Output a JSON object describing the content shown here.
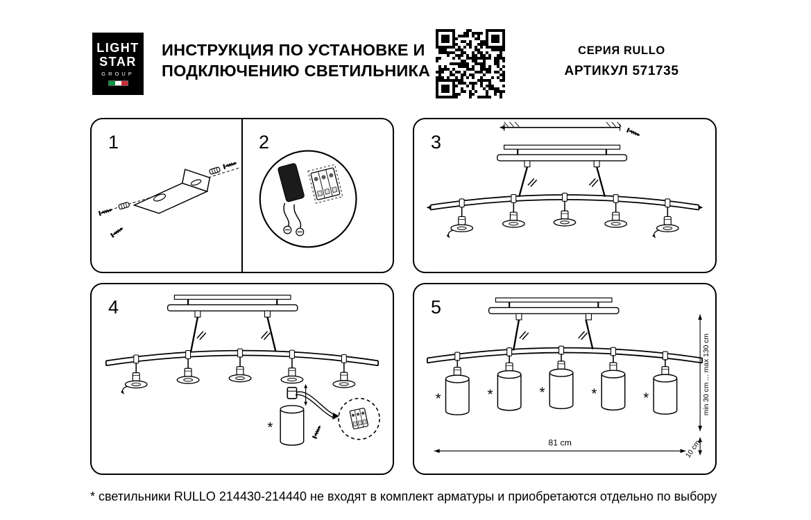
{
  "header": {
    "logo": {
      "line1": "LIGHT",
      "line2": "STAR",
      "line3": "GROUP"
    },
    "title_line1": "ИНСТРУКЦИЯ ПО УСТАНОВКЕ И",
    "title_line2": "ПОДКЛЮЧЕНИЮ СВЕТИЛЬНИКА",
    "series": "СЕРИЯ RULLO",
    "article": "АРТИКУЛ 571735"
  },
  "steps": {
    "s1": "1",
    "s2": "2",
    "s3": "3",
    "s4": "4",
    "s5": "5"
  },
  "dimensions": {
    "width": "81 cm",
    "height_range": "min 30 cm ... max 130 cm",
    "rod_length": "10 cm"
  },
  "annotations": {
    "asterisk": "*"
  },
  "footnote": "* светильники RULLO 214430-214440 не входят в комплект арматуры и приобретаются отдельно по выбору",
  "colors": {
    "ink": "#000000",
    "paper": "#ffffff",
    "flag_green": "#009246",
    "flag_white": "#ffffff",
    "flag_red": "#ce2b37"
  }
}
